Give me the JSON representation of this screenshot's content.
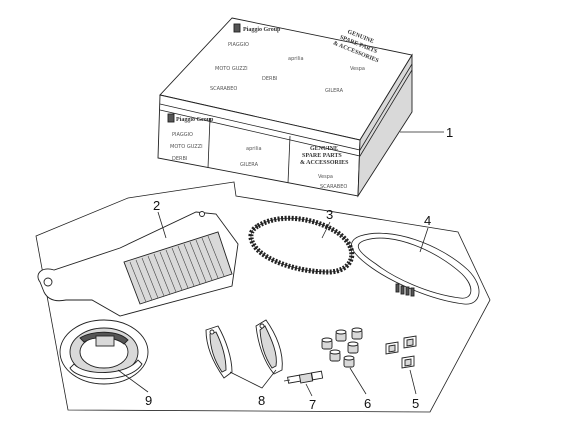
{
  "box": {
    "lid_brand": "Piaggio Group",
    "lid_heading": [
      "GENUINE",
      "SPARE PARTS",
      "& ACCESSORIES"
    ],
    "front_heading": [
      "GENUINE",
      "SPARE PARTS",
      "& ACCESSORIES"
    ],
    "brands": [
      "PIAGGIO",
      "aprilia",
      "MOTO GUZZI",
      "Vespa",
      "DERBI",
      "GILERA",
      "SCARABEO"
    ]
  },
  "callouts": [
    {
      "id": "box",
      "label": "1"
    },
    {
      "id": "air-filter",
      "label": "2"
    },
    {
      "id": "drive-belt",
      "label": "3"
    },
    {
      "id": "v-belt",
      "label": "4"
    },
    {
      "id": "clips",
      "label": "5"
    },
    {
      "id": "rollers",
      "label": "6"
    },
    {
      "id": "spark-plug",
      "label": "7"
    },
    {
      "id": "brake-pads",
      "label": "8"
    },
    {
      "id": "brake-shoes",
      "label": "9"
    }
  ],
  "colors": {
    "line": "#222222",
    "background": "#ffffff",
    "shade": "#d9d9d9"
  }
}
